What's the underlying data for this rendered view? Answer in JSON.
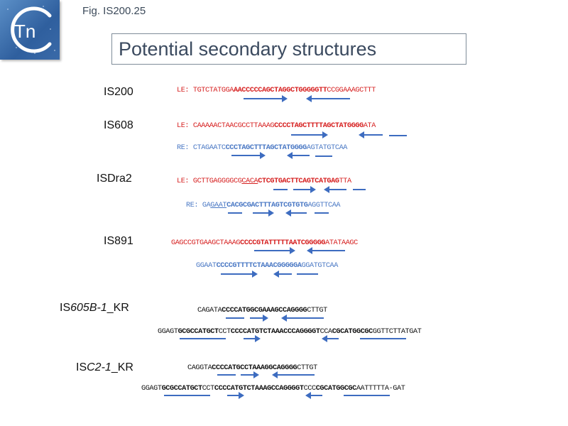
{
  "figure": {
    "label": "Fig. IS200.25",
    "title": "Potential secondary structures",
    "logo_text": "Tn"
  },
  "colors": {
    "left_end": "#d62020",
    "right_end": "#4a78c4",
    "arrow": "#3d6cc0",
    "plain": "#111111"
  },
  "elements": [
    {
      "name": "IS200",
      "sequences": [
        {
          "end": "LE",
          "prefix": "LE: ",
          "pre": "TGTCTATGGA",
          "bold": "AACCCCCAGCTAGGCTGGGGGTT",
          "post": "CCGGAAAGCTTT"
        }
      ]
    },
    {
      "name": "IS608",
      "sequences": [
        {
          "end": "LE",
          "prefix": "LE: ",
          "pre": "CAAAAACTAACGCCTTAAAG",
          "bold": "CCCCTAGCTTTTAGCTATGGGG",
          "post": "ATA"
        },
        {
          "end": "RE",
          "prefix": "RE: ",
          "pre": "CTAGAATC",
          "bold": "CCCTAGCTTTAGCTATGGGG",
          "post": "AGTATGTCAA"
        }
      ]
    },
    {
      "name": "ISDra2",
      "sequences": [
        {
          "end": "LE",
          "prefix": "LE: ",
          "pre": "GCTTGAGGGGCG",
          "underline": "CACA",
          "bold": "CTCGTGACTTCAGTCATGAG",
          "post": "TTA"
        },
        {
          "end": "RE",
          "prefix": "RE: ",
          "pre": "GA",
          "underline": "GAAT",
          "bold": "CACGCGACTTTAGTCGTGTG",
          "post": "AGGTTCAA"
        }
      ]
    },
    {
      "name": "IS891",
      "sequences": [
        {
          "end": "LE",
          "prefix": "",
          "pre": "GAGCCGTGAAGCTAAAG",
          "bold": "CCCCGTATTTTTAATCGGGGG",
          "post": "ATATAAGC"
        },
        {
          "end": "RE",
          "prefix": "",
          "pre": "GGAAT",
          "bold": "CCCCGTTTTCTAAACGGGGGA",
          "post": "GGATGTCAA"
        }
      ]
    },
    {
      "name_plain": "IS",
      "name_italic": "605B-1",
      "name_suffix": "_KR",
      "sequences": [
        {
          "end": "LE",
          "prefix": "",
          "pre": "CAGATA",
          "bold": "CCCCATGGCGAAAGCCAGGGG",
          "post": "CTTGT"
        },
        {
          "end": "RE",
          "prefix": "",
          "pre": "GGAGT",
          "bold": "GCGCCATGCT",
          "mid": "CCT",
          "bold2": "CCCCATGTCTAAACCCAGGGGT",
          "mid2": "CCA",
          "bold3": "CGCATGGCGC",
          "post": "GGTTCTTATGAT"
        }
      ]
    },
    {
      "name_plain": "IS",
      "name_italic": "C2-1",
      "name_suffix": "_KR",
      "sequences": [
        {
          "end": "LE",
          "prefix": "",
          "pre": "CAGGTA",
          "bold": "CCCCATGCCTAAAGGCAGGGG",
          "post": "CTTGT"
        },
        {
          "end": "RE",
          "prefix": "",
          "pre": "GGAGT",
          "bold": "GCGCCATGCT",
          "mid": "CCT",
          "bold2": "CCCCATGTCTAAAGCCAGGGGT",
          "mid2": "CCC",
          "bold3": "CGCATGGCGC",
          "post": "AATTTTTA-GAT"
        }
      ]
    }
  ]
}
